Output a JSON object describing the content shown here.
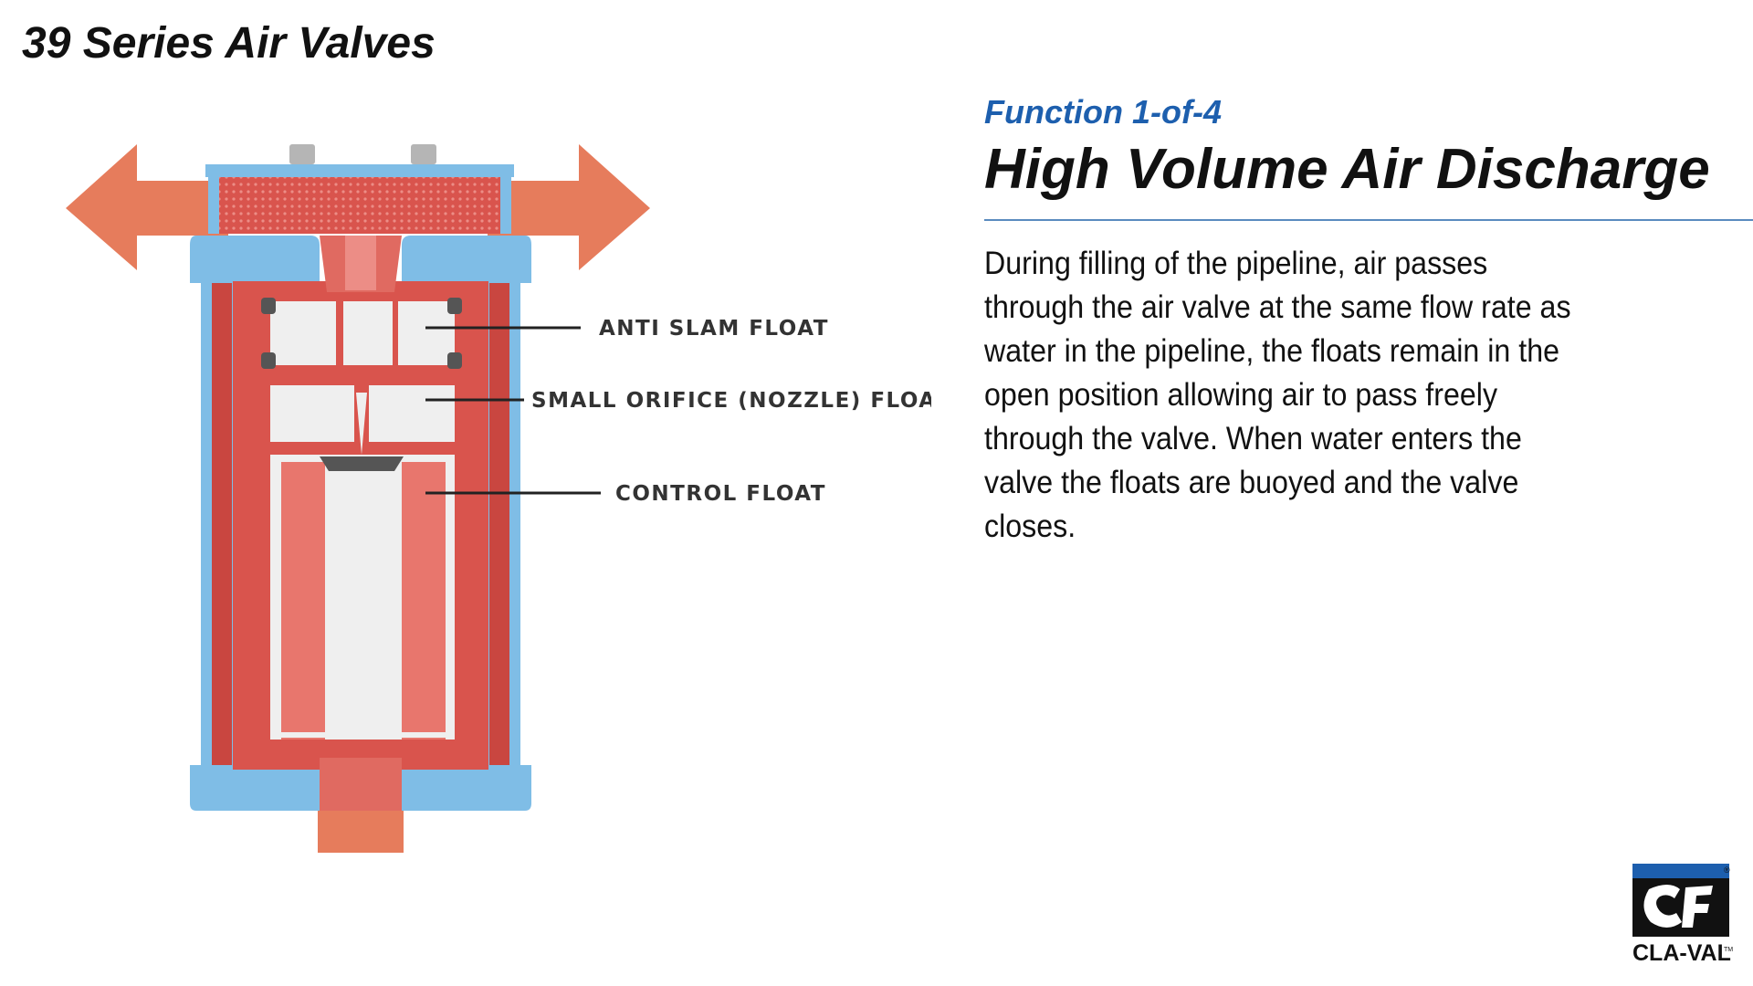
{
  "slide": {
    "title": "39 Series Air Valves"
  },
  "diagram": {
    "callouts": {
      "anti_slam": "ANTI SLAM FLOAT",
      "small_orifice": "SMALL ORIFICE (NOZZLE) FLOAT",
      "control": "CONTROL FLOAT"
    },
    "colors": {
      "body": "#7fbde6",
      "interior": "#d9544d",
      "interior_light": "#ec8d86",
      "float": "#efefef",
      "arrow": "#e67c5c"
    }
  },
  "content": {
    "function_label": "Function 1-of-4",
    "function_title": "High Volume Air Discharge",
    "description": "During filling of the pipeline, air passes through the air valve at the same flow rate as water in the pipeline, the floats remain in the open position allowing air to pass freely through the valve. When water enters the valve the floats are buoyed and the valve closes."
  },
  "logo": {
    "text": "CLA-VAL",
    "registered_mark": "®",
    "trademark": "TM"
  }
}
